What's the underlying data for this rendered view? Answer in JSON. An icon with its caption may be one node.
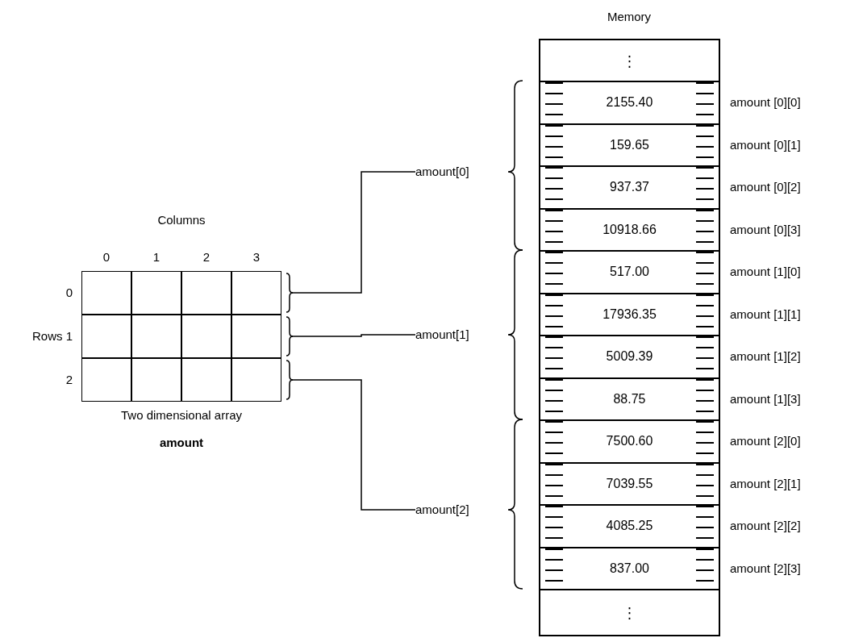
{
  "diagram": {
    "nodes": [
      {
        "text": [],
        "shape": "box"
      },
      {
        "text": [],
        "shape": "box"
      },
      {
        "text": [],
        "shape": "box"
      },
      {
        "text": [],
        "shape": "box",
        "in": 0
      },
      {
        "text": [],
        "shape": "box",
        "in": 0
      },
      {
        "text": [],
        "shape": "box",
        "in": 0
      },
      {
        "text": [],
        "shape": "box",
        "in": 0
      },
      {
        "text": [],
        "shape": "box",
        "in": 1
      },
      {
        "text": [],
        "shape": "box",
        "in": 1
      },
      {
        "text": [],
        "shape": "box",
        "in": 1
      },
      {
        "text": [],
        "shape": "box",
        "in": 1
      },
      {
        "text": [],
        "shape": "box",
        "in": 2
      },
      {
        "text": [],
        "shape": "box",
        "in": 2
      },
      {
        "text": [],
        "shape": "box",
        "in": 2
      },
      {
        "text": [],
        "shape": "box",
        "in": 2
      },
      {
        "text": [
          "amount[0]"
        ]
      },
      {
        "text": [
          "amount[1]"
        ]
      },
      {
        "text": [
          "amount[2]"
        ]
      },
      {
        "text": [
          "⋮"
        ]
      },
      {
        "text": [
          "2155.40"
        ],
        "beside": [
          "amount [0][0]"
        ]
      },
      {
        "text": [
          "159.65"
        ],
        "beside": [
          "amount [0][1]"
        ]
      },
      {
        "text": [
          "937.37"
        ],
        "beside": [
          "amount [0][2]"
        ]
      },
      {
        "text": [
          "10918.66"
        ],
        "beside": [
          "amount [0][3]"
        ]
      },
      {
        "text": [
          "517.00"
        ],
        "beside": [
          "amount [1][0]"
        ]
      },
      {
        "text": [
          "17936.35"
        ],
        "beside": [
          "amount [1][1]"
        ]
      },
      {
        "text": [
          "5009.39"
        ],
        "beside": [
          "amount [1][2]"
        ]
      },
      {
        "text": [
          "88.75"
        ],
        "beside": [
          "amount [1][3]"
        ]
      },
      {
        "text": [
          "7500.60"
        ],
        "beside": [
          "amount [2][0]"
        ]
      },
      {
        "text": [
          "7039.55"
        ],
        "beside": [
          "amount [2][1]"
        ]
      },
      {
        "text": [
          "4085.25"
        ],
        "beside": [
          "amount [2][2]"
        ]
      },
      {
        "text": [
          "837.00"
        ],
        "beside": [
          "amount [2][3]"
        ]
      },
      {
        "text": [
          "⋮"
        ]
      }
    ],
    "edges": [
      {
        "from": 0,
        "to": 15,
        "arrow": "none"
      },
      {
        "from": 1,
        "to": 16,
        "arrow": "none"
      },
      {
        "from": 2,
        "to": 17,
        "arrow": "none"
      }
    ],
    "labels": [
      "Memory",
      "Columns",
      "0",
      "1",
      "2",
      "3",
      "0",
      "Rows 1",
      "2",
      "Two dimensional array",
      "amount"
    ]
  }
}
